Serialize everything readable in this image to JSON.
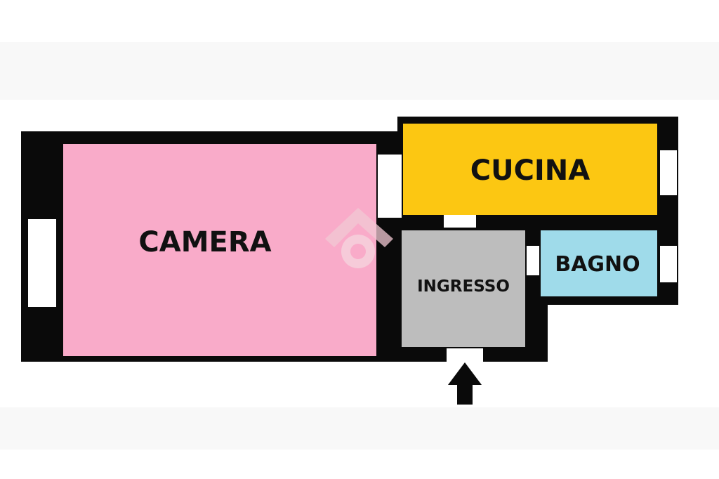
{
  "colors": {
    "wall": "#0a0a0a",
    "camera": "#f9abc9",
    "cucina": "#fcc712",
    "ingresso": "#bdbdbd",
    "bagno": "#9fdbea",
    "opening": "#ffffff",
    "watermark": "#f2c9d4"
  },
  "rooms": {
    "camera": "CAMERA",
    "cucina": "CUCINA",
    "ingresso": "INGRESSO",
    "bagno": "BAGNO"
  },
  "icons": {
    "entrance": "arrow-up-icon",
    "watermark": "logo-watermark-icon"
  }
}
